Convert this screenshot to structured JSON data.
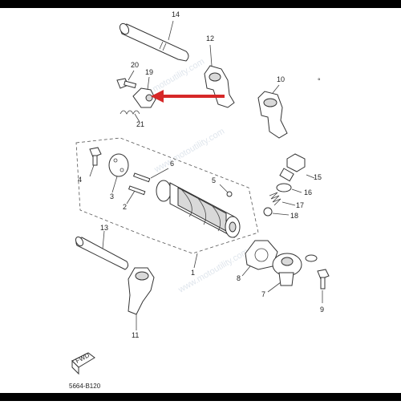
{
  "labels": {
    "p1": "1",
    "p2": "2",
    "p3": "3",
    "p4": "4",
    "p5": "5",
    "p6": "6",
    "p7": "7",
    "p8": "8",
    "p9": "9",
    "p10": "10",
    "p11": "11",
    "p12": "12",
    "p13": "13",
    "p14": "14",
    "p15": "15",
    "p16": "16",
    "p17": "17",
    "p18": "18",
    "p19": "19",
    "p20": "20",
    "p21": "21"
  },
  "diagram_code": "5664-B120",
  "front_marker": "FWD",
  "watermark": "www.motoutility.com",
  "colors": {
    "arrow": "#d62828",
    "line": "#333333",
    "background": "#ffffff"
  }
}
